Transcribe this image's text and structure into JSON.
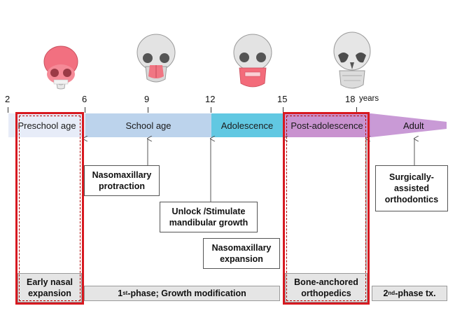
{
  "ticks": [
    {
      "label": "2"
    },
    {
      "label": "6"
    },
    {
      "label": "9"
    },
    {
      "label": "12"
    },
    {
      "label": "15"
    },
    {
      "label": "18"
    }
  ],
  "years_unit": "years",
  "stages": {
    "preschool": "Preschool age",
    "school": "School age",
    "adolescence": "Adolescence",
    "post_adolescence": "Post-adolescence",
    "adult": "Adult"
  },
  "treatments": {
    "nasomaxillary_protraction": [
      "Nasomaxillary",
      "protraction"
    ],
    "unlock_mandibular": [
      "Unlock /Stimulate",
      "mandibular growth"
    ],
    "nasomaxillary_expansion": [
      "Nasomaxillary",
      "expansion"
    ],
    "surgical_orthodontics": [
      "Surgically-",
      "assisted",
      "orthodontics"
    ]
  },
  "phases": {
    "early_nasal": [
      "Early nasal",
      "expansion"
    ],
    "first_phase_pre": "1",
    "first_phase_sup": "st",
    "first_phase_post": "-phase; Growth modification",
    "bone_anchored": [
      "Bone-anchored",
      "orthopedics"
    ],
    "second_phase_pre": "2",
    "second_phase_sup": "nd",
    "second_phase_post": "-phase tx."
  },
  "colors": {
    "preschool": "#e7ecf8",
    "school": "#bcd3ec",
    "adolescence": "#61c8e2",
    "post_adolescence": "#c992cf",
    "adult": "#c99ad6",
    "highlight_red": "#d71920",
    "skull_highlight": "#f36b7a"
  },
  "icons": [
    "skull-icon-preschool",
    "skull-icon-school",
    "skull-icon-adolescent",
    "skull-icon-adult"
  ]
}
